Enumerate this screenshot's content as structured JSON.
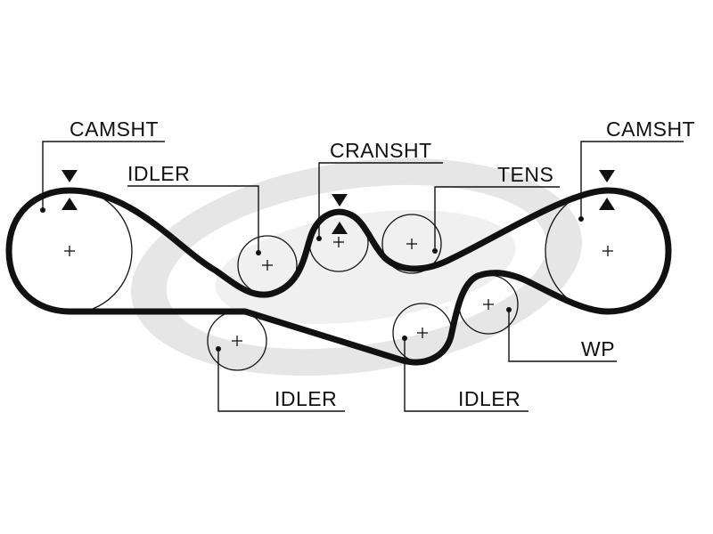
{
  "labels": {
    "camsht_left": "CAMSHT",
    "camsht_right": "CAMSHT",
    "cransht": "CRANSHT",
    "idler_top": "IDLER",
    "tens": "TENS",
    "idler_bottom_left": "IDLER",
    "idler_bottom_right": "IDLER",
    "wp": "WP"
  },
  "colors": {
    "ink": "#111111",
    "watermark": "#e6e6e6",
    "background": "#ffffff"
  }
}
